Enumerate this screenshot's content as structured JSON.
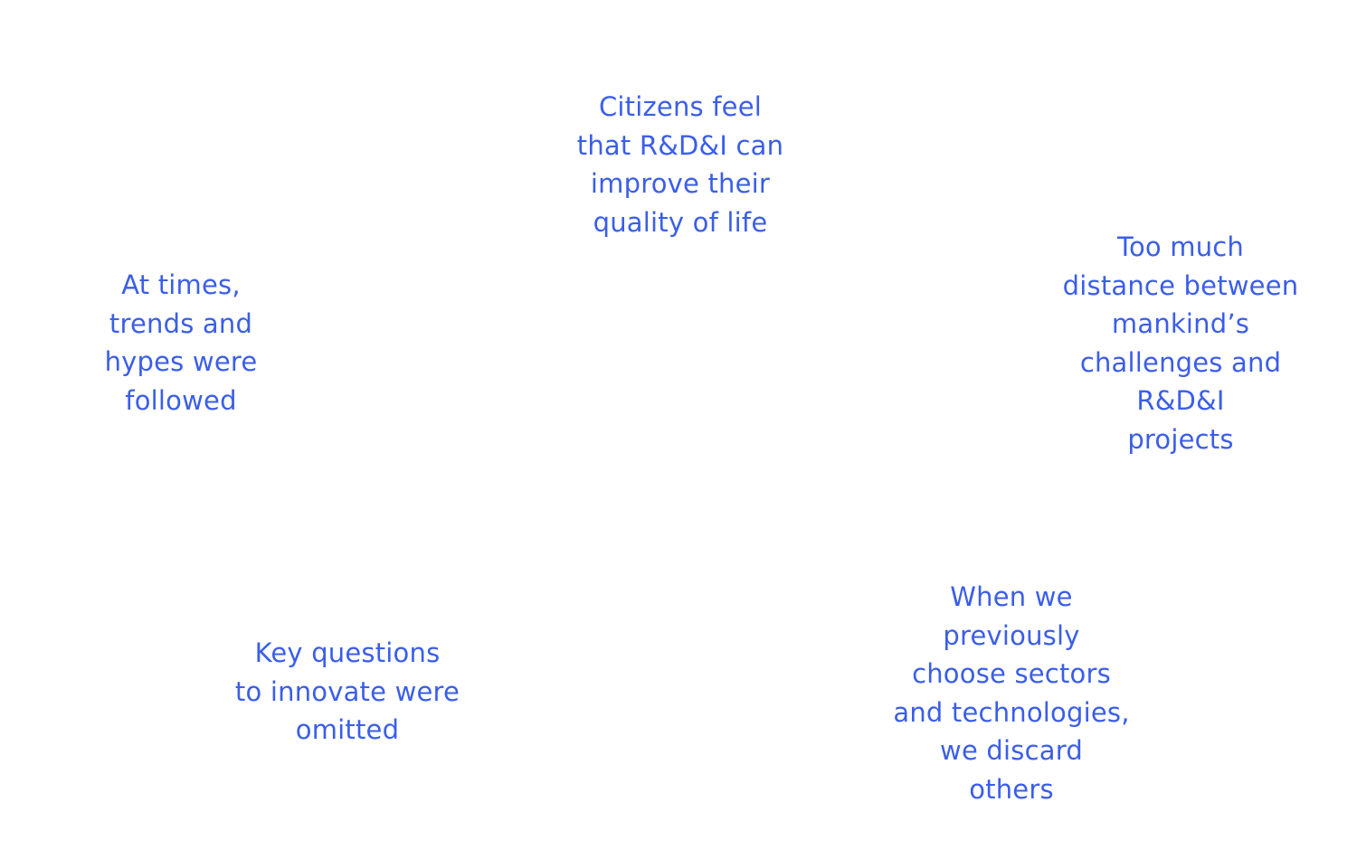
{
  "statements": {
    "top": {
      "lines": [
        "Citizens feel",
        "that R&D&I can",
        "improve their",
        "quality of life"
      ]
    },
    "left": {
      "lines": [
        "At times,",
        "trends and",
        "hypes were",
        "followed"
      ]
    },
    "right": {
      "lines": [
        "Too much",
        "distance between",
        "mankind’s",
        "challenges and",
        "R&D&I",
        "projects"
      ]
    },
    "bottom_left": {
      "lines": [
        "Key questions",
        "to innovate were",
        "omitted"
      ]
    },
    "bottom_right": {
      "lines": [
        "When we",
        "previously",
        "choose sectors",
        "and technologies,",
        "we discard",
        "others"
      ]
    }
  },
  "colors": {
    "text": "#3b5ee8",
    "background": "#ffffff"
  }
}
